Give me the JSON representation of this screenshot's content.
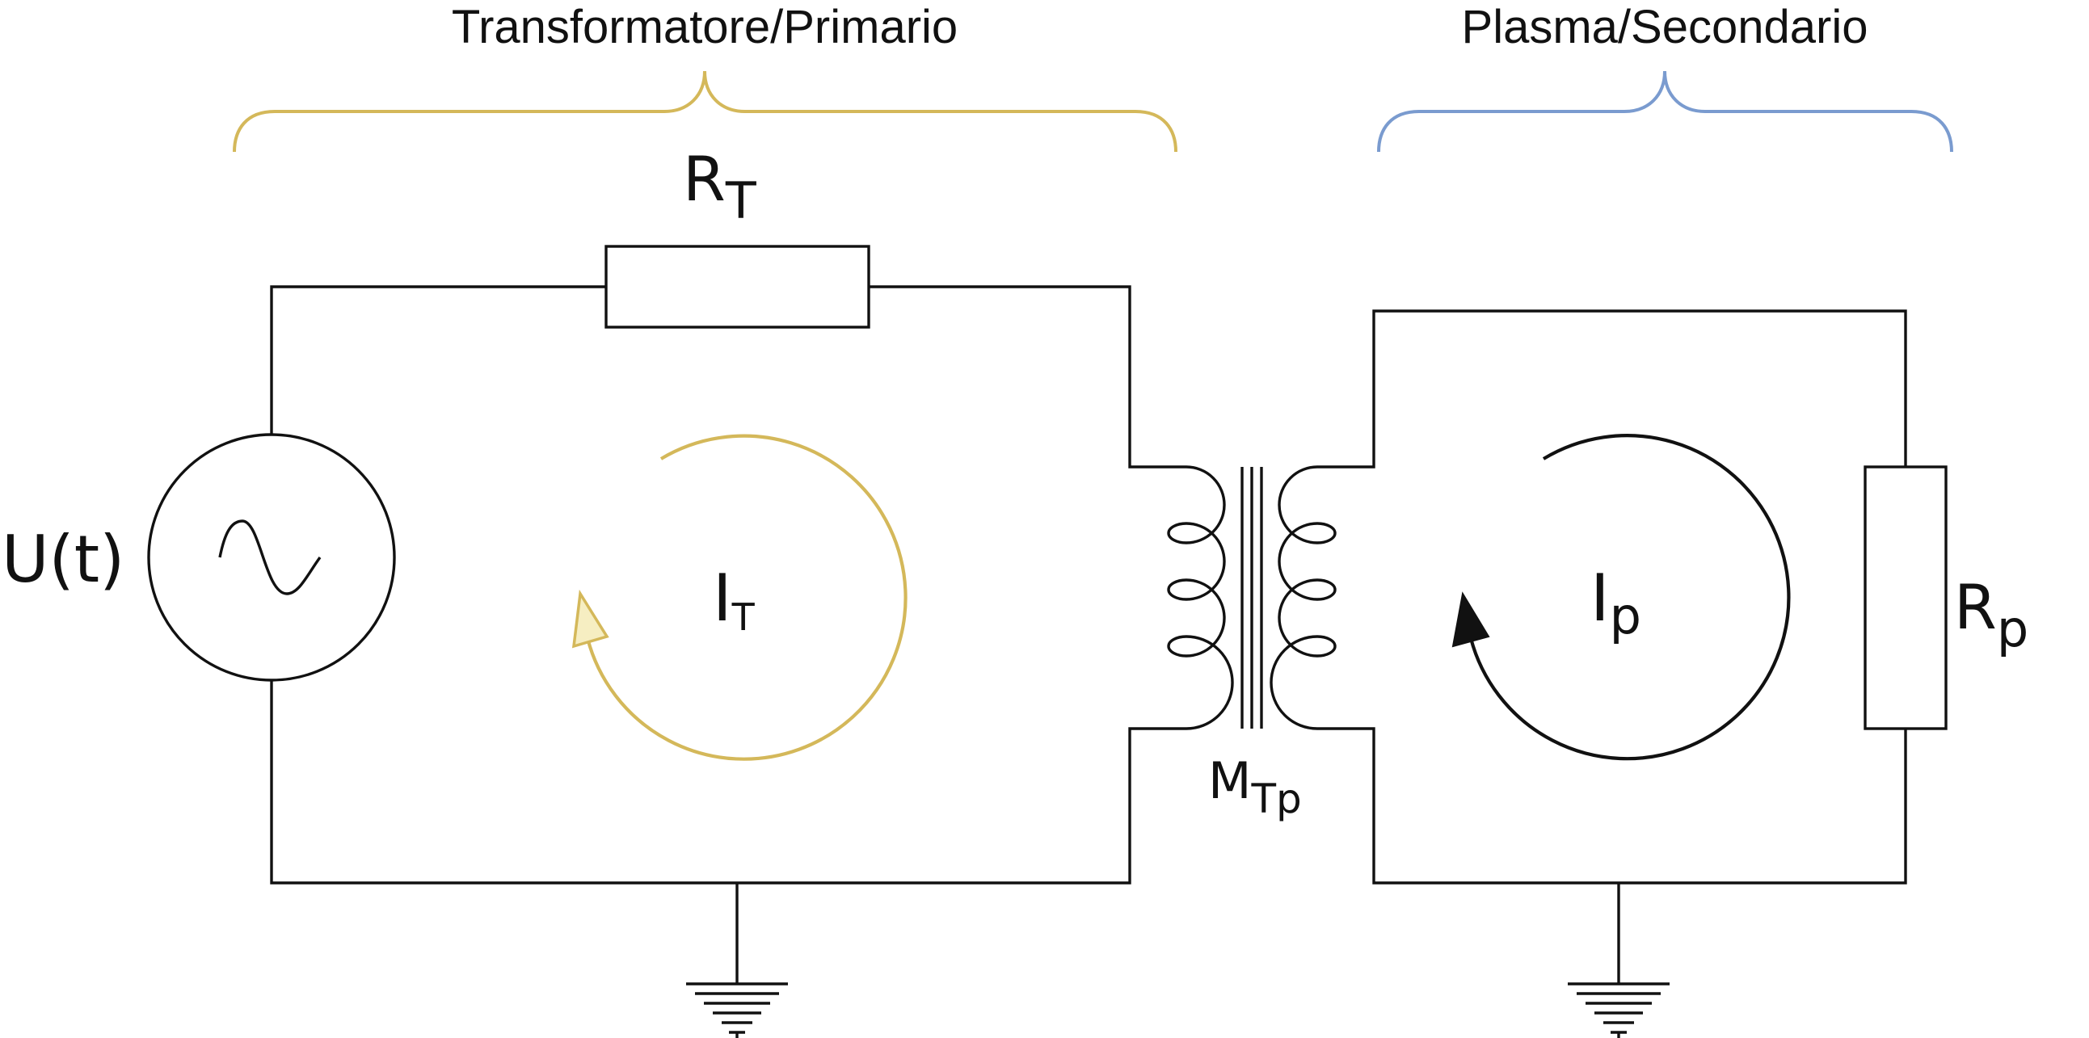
{
  "headers": {
    "primary": "Transformatore/Primario",
    "secondary": "Plasma/Secondario"
  },
  "source": {
    "label": "U(t)"
  },
  "resistor_primary": {
    "symbol": "R",
    "subscript": "T"
  },
  "resistor_secondary": {
    "symbol": "R",
    "subscript": "p"
  },
  "current_primary": {
    "symbol": "I",
    "subscript": "T"
  },
  "current_secondary": {
    "symbol": "I",
    "subscript": "p"
  },
  "mutual_inductance": {
    "symbol": "M",
    "subscript": "Tp"
  },
  "colors": {
    "wire": "#111111",
    "primary_accent": "#d4b85a",
    "primary_arrow_fill": "#f6eec2",
    "secondary_accent": "#7a9bcf",
    "secondary_arrow_fill": "#111111"
  },
  "icons": {
    "source": "ac-sine-source-icon",
    "ground": "ground-icon",
    "transformer": "transformer-core-icon"
  }
}
